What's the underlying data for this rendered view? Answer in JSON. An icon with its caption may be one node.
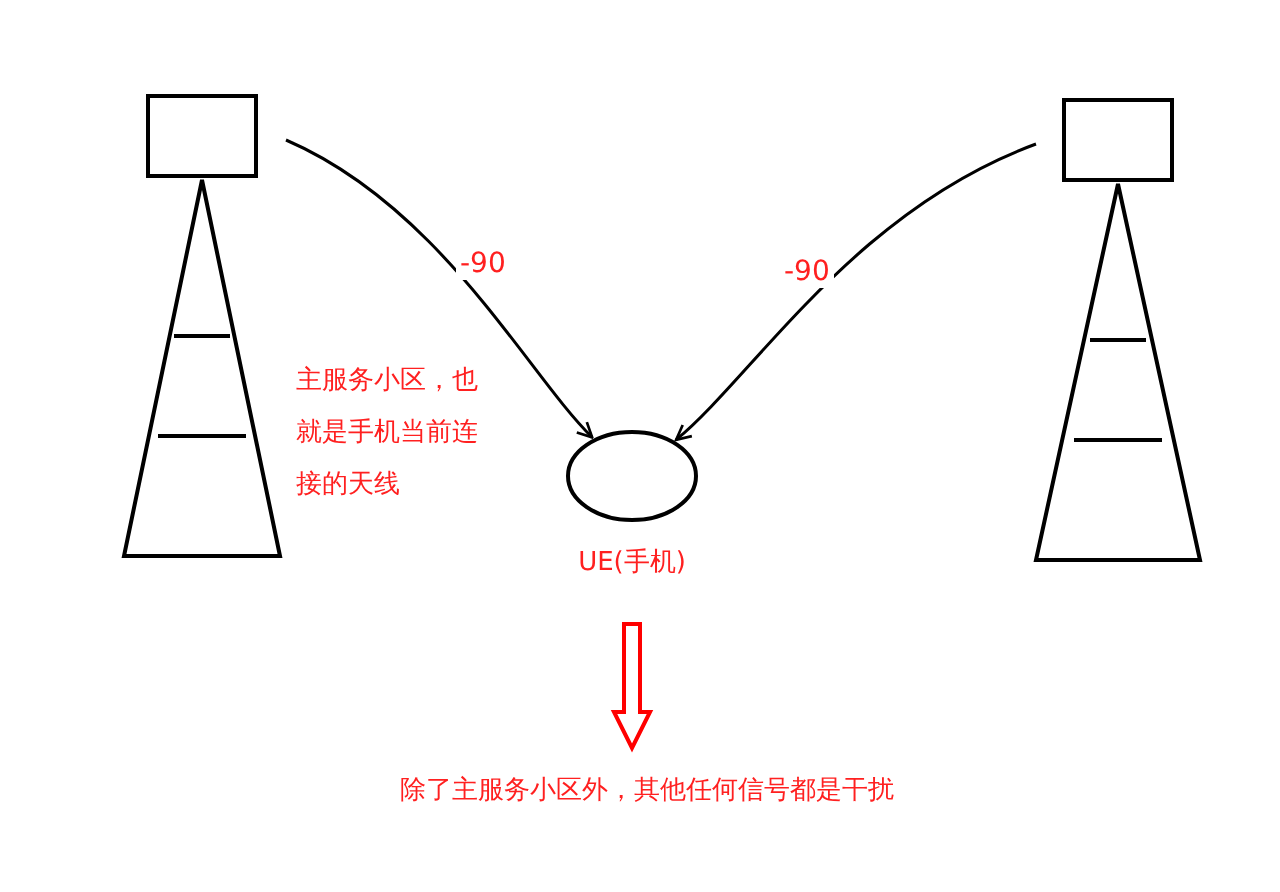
{
  "diagram": {
    "nodes": [
      {
        "text": [],
        "shape": "tower"
      },
      {
        "text": [],
        "shape": "tower"
      },
      {
        "text": [],
        "shape": "ellipse",
        "beside": [
          "UE(手机)"
        ]
      },
      {
        "text": [
          "除了主服务小区外，其他任何信号都是干扰"
        ]
      }
    ],
    "edges": [
      {
        "from": 0,
        "to": 2,
        "arrow": "to",
        "label": "-90"
      },
      {
        "from": 1,
        "to": 2,
        "arrow": "to",
        "label": "-90"
      },
      {
        "from": 2,
        "to": 3,
        "arrow": "to",
        "color": "#ff0000"
      }
    ],
    "labels": [
      "主服务小区，也就是手机当前连接的天线"
    ]
  }
}
